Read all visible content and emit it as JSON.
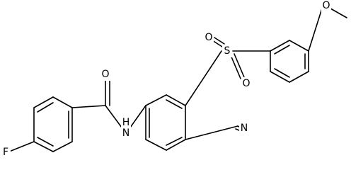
{
  "molecule": {
    "atoms": [
      {
        "id": "F",
        "symbol": "F"
      },
      {
        "id": "O_carbonyl",
        "symbol": "O"
      },
      {
        "id": "N_amide",
        "symbol": "N"
      },
      {
        "id": "H_amide",
        "symbol": "H"
      },
      {
        "id": "S",
        "symbol": "S"
      },
      {
        "id": "O_sulfonyl_top",
        "symbol": "O"
      },
      {
        "id": "O_sulfonyl_bottom",
        "symbol": "O"
      },
      {
        "id": "N_nitrile",
        "symbol": "N"
      },
      {
        "id": "O_methoxy",
        "symbol": "O"
      }
    ]
  }
}
